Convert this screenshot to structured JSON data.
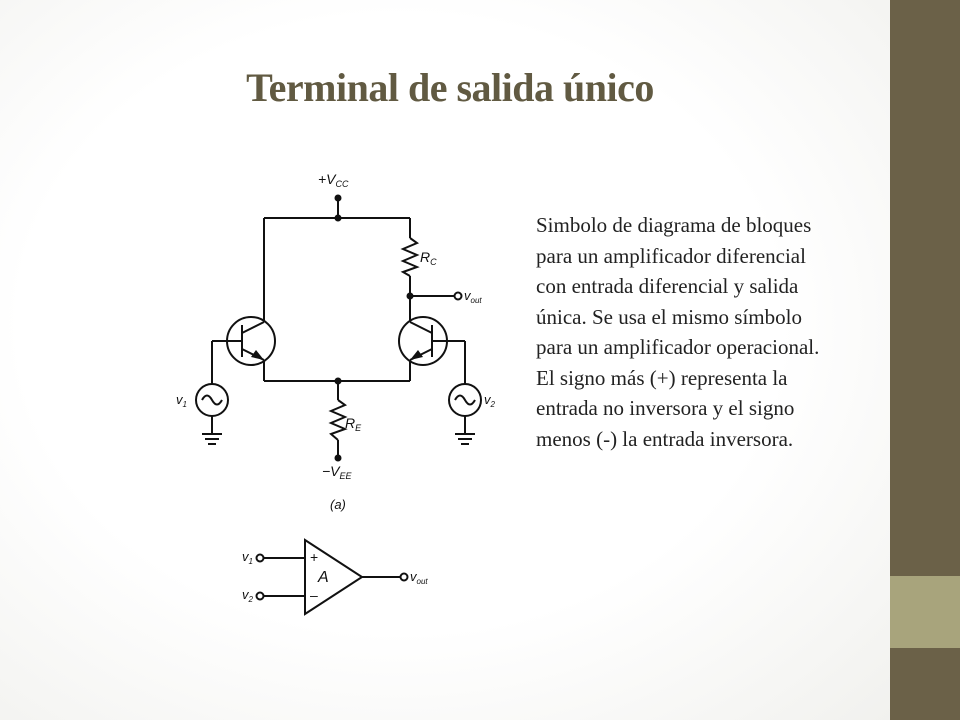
{
  "colors": {
    "accent_dark": "#6b6148",
    "accent_light": "#a8a47c",
    "title": "#615a42"
  },
  "slide": {
    "title": "Terminal de salida único",
    "body": "Simbolo de diagrama de bloques para un amplificador diferencial con entrada diferencial y salida única. Se usa el mismo símbolo para un amplificador operacional. El signo más (+) representa la entrada no inversora y el signo menos (-) la entrada inversora."
  },
  "circuit": {
    "vcc": "+V",
    "vcc_sub": "CC",
    "rc": "R",
    "rc_sub": "C",
    "vout": "v",
    "vout_sub": "out",
    "re": "R",
    "re_sub": "E",
    "vee": "−V",
    "vee_sub": "EE",
    "v1": "v",
    "v1_sub": "1",
    "v2": "v",
    "v2_sub": "2",
    "caption": "(a)"
  },
  "block": {
    "v1": "v",
    "v1_sub": "1",
    "v2": "v",
    "v2_sub": "2",
    "gain": "A",
    "plus": "+",
    "minus": "–",
    "vout": "v",
    "vout_sub": "out"
  }
}
